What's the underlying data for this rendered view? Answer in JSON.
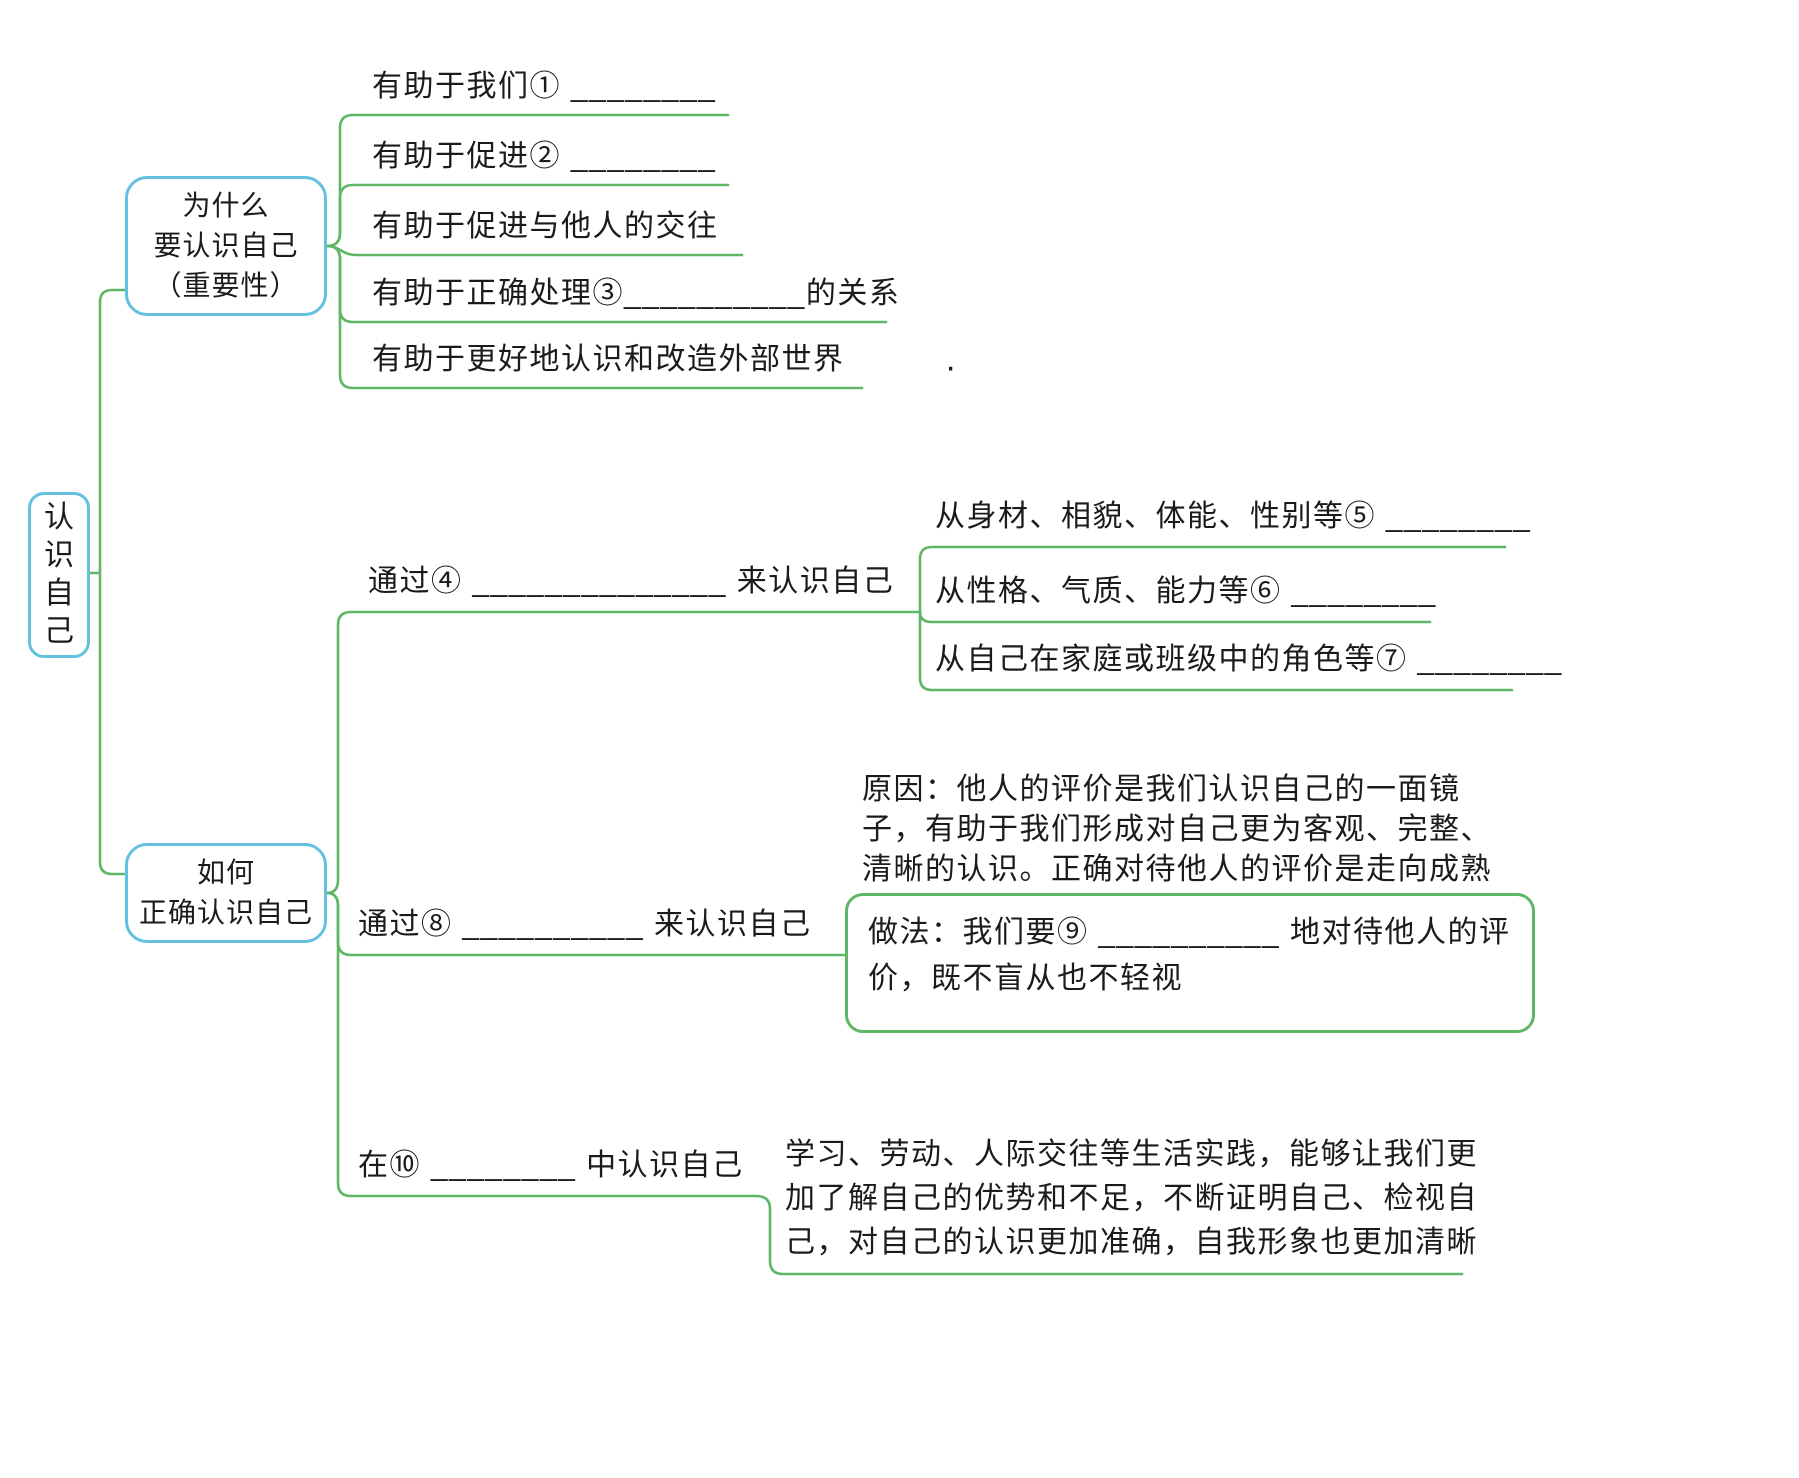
{
  "colors": {
    "line_green": "#5fb765",
    "box_blue": "#63c1df",
    "box_green": "#5fb765",
    "text": "#1b1b1b"
  },
  "root": {
    "label": "认识自己"
  },
  "why": {
    "title": "为什么\n要认识自己\n（重要性）",
    "items": [
      "有助于我们① ________",
      "有助于促进② ________",
      "有助于促进与他人的交往",
      "有助于正确处理③__________的关系",
      "有助于更好地认识和改造外部世界"
    ]
  },
  "how": {
    "title": "如何\n正确认识自己",
    "self_eval": {
      "label": "通过④ ______________ 来认识自己",
      "items": [
        "从身材、相貌、体能、性别等⑤ ________",
        "从性格、气质、能力等⑥ ________",
        "从自己在家庭或班级中的角色等⑦ ________"
      ]
    },
    "others_eval": {
      "label": "通过⑧ __________ 来认识自己",
      "reason": "原因：他人的评价是我们认识自己的一面镜子，有助于我们形成对自己更为客观、完整、清晰的认识。正确对待他人的评价是走向成熟的表现。",
      "practice": "做法：我们要⑨ __________ 地对待他人的评价，既不盲从也不轻视"
    },
    "life_practice": {
      "label": "在⑩ ________ 中认识自己",
      "note": "学习、劳动、人际交往等生活实践，能够让我们更加了解自己的优势和不足，不断证明自己、检视自己，对自己的认识更加准确，自我形象也更加清晰"
    }
  },
  "misc": {
    "stray_dot": "·"
  }
}
